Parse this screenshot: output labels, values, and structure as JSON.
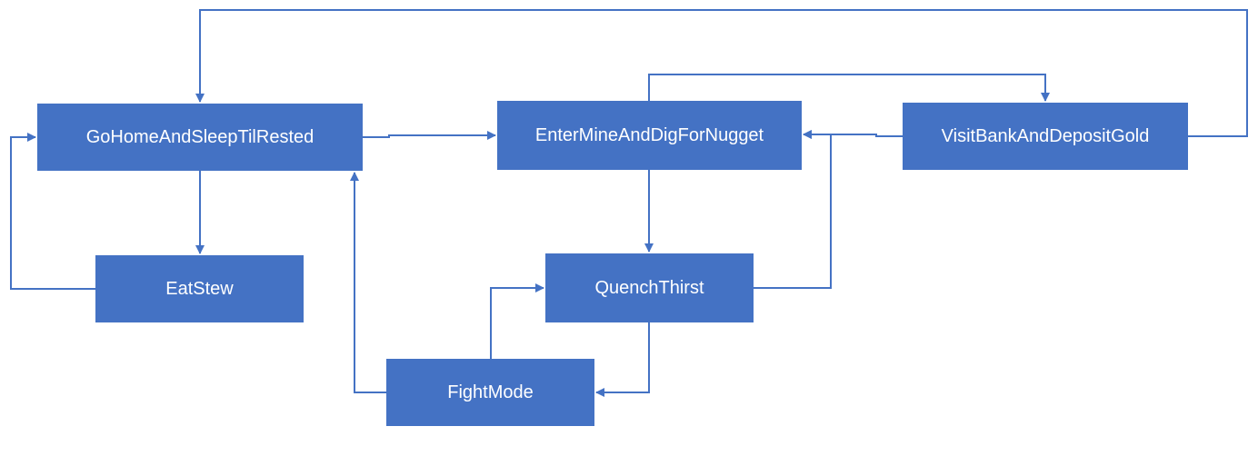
{
  "colors": {
    "node_fill": "#4472c4",
    "edge": "#4472c4",
    "node_text": "#ffffff",
    "background": "#ffffff"
  },
  "nodes": {
    "gohome": {
      "label": "GoHomeAndSleepTilRested"
    },
    "mine": {
      "label": "EnterMineAndDigForNugget"
    },
    "bank": {
      "label": "VisitBankAndDepositGold"
    },
    "stew": {
      "label": "EatStew"
    },
    "quench": {
      "label": "QuenchThirst"
    },
    "fight": {
      "label": "FightMode"
    }
  },
  "edges": [
    {
      "from": "bank",
      "to": "gohome"
    },
    {
      "from": "gohome",
      "to": "mine"
    },
    {
      "from": "mine",
      "to": "bank"
    },
    {
      "from": "bank",
      "to": "mine"
    },
    {
      "from": "gohome",
      "to": "stew"
    },
    {
      "from": "stew",
      "to": "gohome"
    },
    {
      "from": "mine",
      "to": "quench"
    },
    {
      "from": "quench",
      "to": "mine"
    },
    {
      "from": "quench",
      "to": "fight"
    },
    {
      "from": "fight",
      "to": "quench"
    },
    {
      "from": "fight",
      "to": "gohome"
    }
  ]
}
